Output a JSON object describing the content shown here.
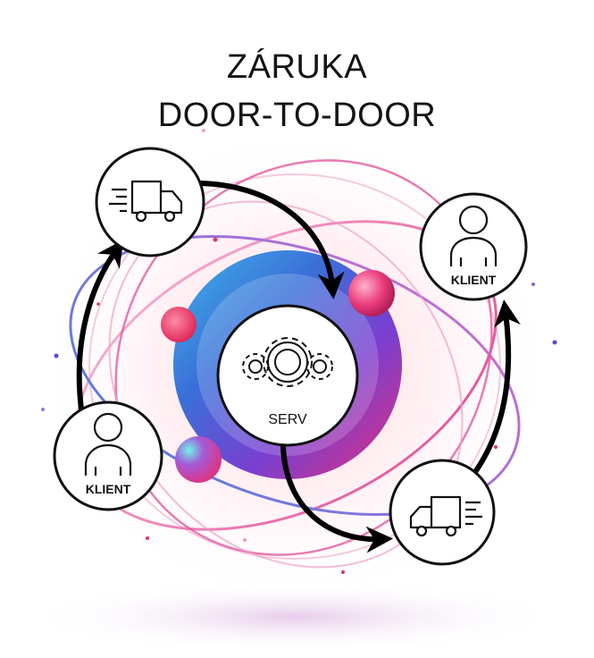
{
  "title": {
    "line1": "ZÁRUKA",
    "line2": "DOOR-TO-DOOR"
  },
  "nodes": {
    "server": {
      "label": "SERV",
      "icon": "gears-icon"
    },
    "truck_top": {
      "icon": "delivery-truck-icon"
    },
    "client_right": {
      "label": "KLIENT",
      "icon": "person-icon"
    },
    "truck_bottom": {
      "icon": "delivery-truck-icon"
    },
    "client_left": {
      "label": "KLIENT",
      "icon": "person-icon"
    }
  },
  "colors": {
    "ring_stroke": "#111111",
    "arrow": "#000000",
    "orb_blue": "#3a6fd8",
    "orb_purple": "#7a3fd0",
    "orb_pink": "#e0307a",
    "accent_teal": "#3fe0d8"
  }
}
